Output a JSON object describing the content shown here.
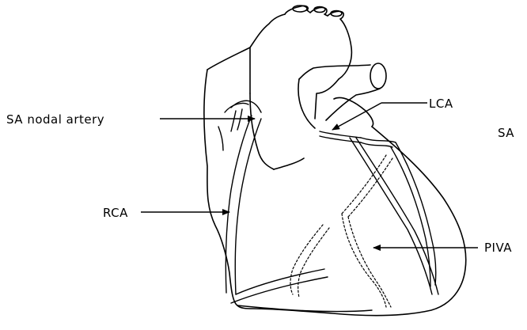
{
  "labels": {
    "sa_nodal_artery": "SA nodal artery",
    "lca": "LCA",
    "rca": "RCA",
    "piva": "PIVA",
    "corner": "SA"
  },
  "colors": {
    "ink": "#000000",
    "background": "#ffffff"
  }
}
